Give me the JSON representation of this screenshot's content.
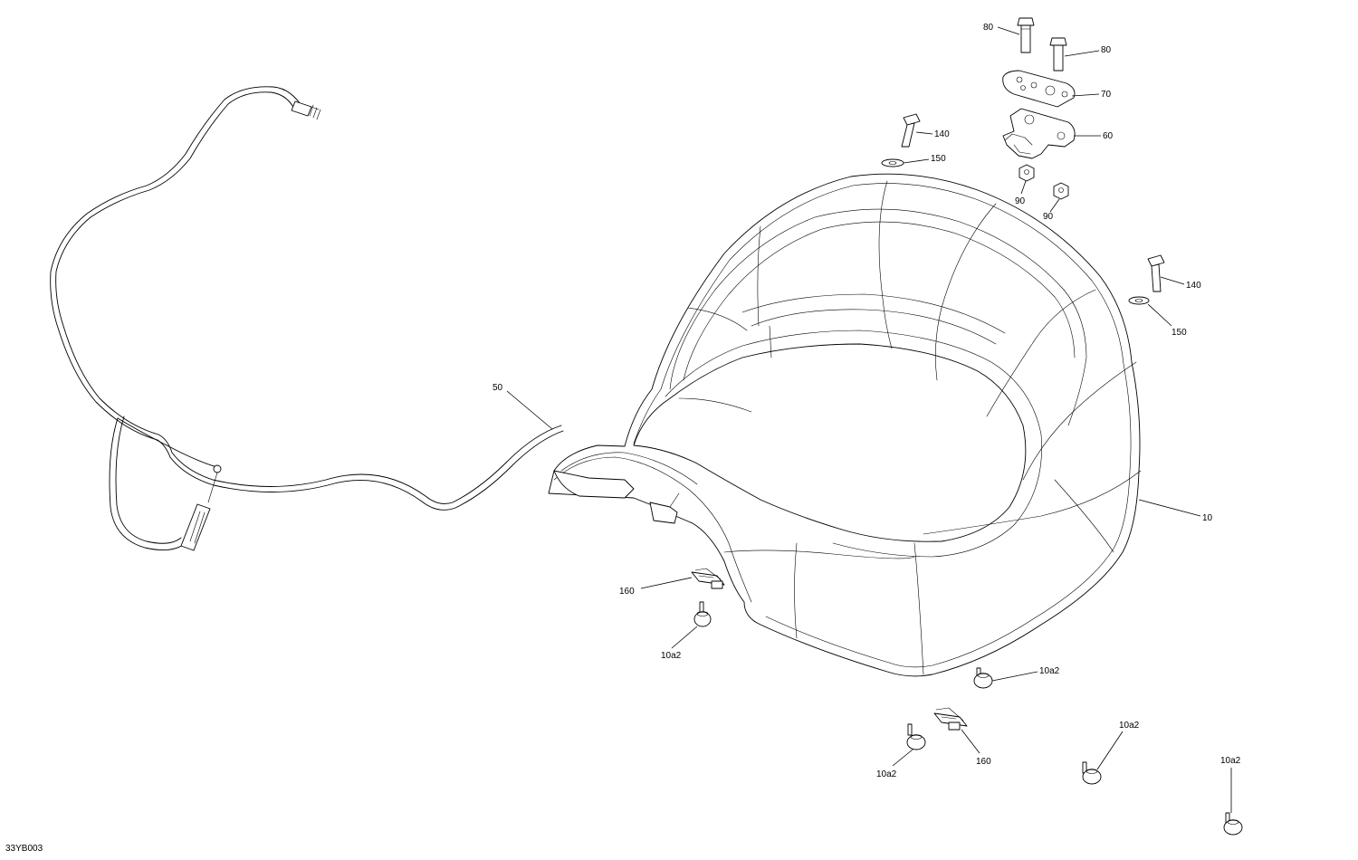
{
  "drawing_code": "33YB003",
  "callouts": [
    {
      "id": "c80a",
      "label": "80"
    },
    {
      "id": "c80b",
      "label": "80"
    },
    {
      "id": "c70",
      "label": "70"
    },
    {
      "id": "c60",
      "label": "60"
    },
    {
      "id": "c90a",
      "label": "90"
    },
    {
      "id": "c90b",
      "label": "90"
    },
    {
      "id": "c140a",
      "label": "140"
    },
    {
      "id": "c150a",
      "label": "150"
    },
    {
      "id": "c140b",
      "label": "140"
    },
    {
      "id": "c150b",
      "label": "150"
    },
    {
      "id": "c50",
      "label": "50"
    },
    {
      "id": "c10",
      "label": "10"
    },
    {
      "id": "c160a",
      "label": "160"
    },
    {
      "id": "c10a2a",
      "label": "10a2"
    },
    {
      "id": "c10a2b",
      "label": "10a2"
    },
    {
      "id": "c160b",
      "label": "160"
    },
    {
      "id": "c10a2c",
      "label": "10a2"
    },
    {
      "id": "c10a2d",
      "label": "10a2"
    },
    {
      "id": "c10a2e",
      "label": "10a2"
    }
  ]
}
